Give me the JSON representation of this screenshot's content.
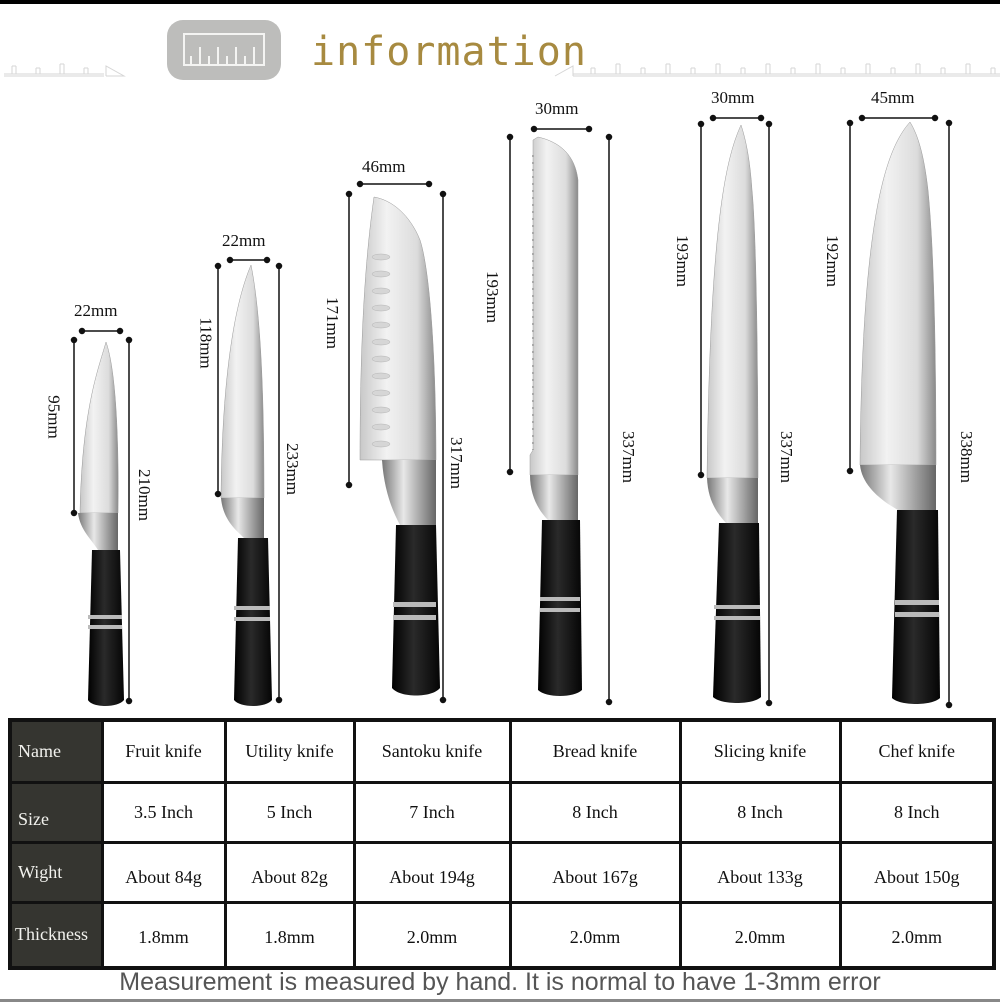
{
  "header": {
    "title": "information",
    "title_color": "#a78a40",
    "badge_icon": "ruler-icon"
  },
  "knives": [
    {
      "name": "Fruit knife",
      "blade_width": "22mm",
      "blade_length": "95mm",
      "total_length": "210mm"
    },
    {
      "name": "Utility knife",
      "blade_width": "22mm",
      "blade_length": "118mm",
      "total_length": "233mm"
    },
    {
      "name": "Santoku knife",
      "blade_width": "46mm",
      "blade_length": "171mm",
      "total_length": "317mm"
    },
    {
      "name": "Bread knife",
      "blade_width": "30mm",
      "blade_length": "193mm",
      "total_length": "337mm"
    },
    {
      "name": "Slicing knife",
      "blade_width": "30mm",
      "blade_length": "193mm",
      "total_length": "337mm"
    },
    {
      "name": "Chef knife",
      "blade_width": "45mm",
      "blade_length": "192mm",
      "total_length": "338mm"
    }
  ],
  "table": {
    "row_headers": [
      "Name",
      "Size",
      "Wight",
      "Thickness"
    ],
    "rows": [
      [
        "Fruit knife",
        "Utility knife",
        "Santoku knife",
        "Bread knife",
        "Slicing knife",
        "Chef knife"
      ],
      [
        "3.5 Inch",
        "5 Inch",
        "7 Inch",
        "8 Inch",
        "8 Inch",
        "8 Inch"
      ],
      [
        "About 84g",
        "About 82g",
        "About 194g",
        "About 167g",
        "About 133g",
        "About 150g"
      ],
      [
        "1.8mm",
        "1.8mm",
        "2.0mm",
        "2.0mm",
        "2.0mm",
        "2.0mm"
      ]
    ]
  },
  "footer": {
    "note": "Measurement is measured by hand. It is normal to have 1-3mm error"
  }
}
